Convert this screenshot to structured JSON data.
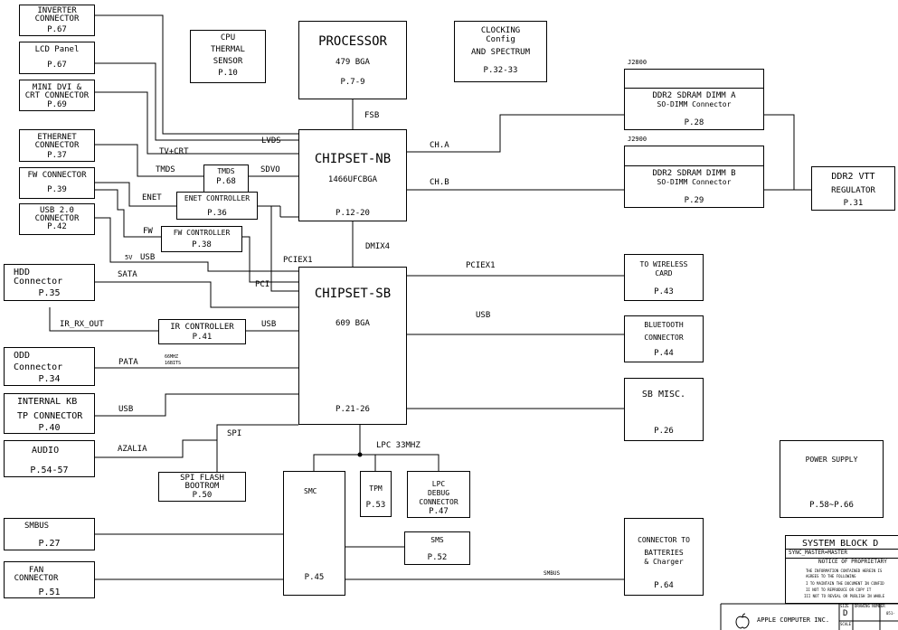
{
  "blocks": {
    "inverter": {
      "name1": "INVERTER",
      "name2": "CONNECTOR",
      "page": "P.67"
    },
    "lcd": {
      "name": "LCD Panel",
      "page": "P.67"
    },
    "minidvi": {
      "name1": "MINI DVI &",
      "name2": "CRT CONNECTOR",
      "page": "P.69"
    },
    "ethernet": {
      "name1": "ETHERNET",
      "name2": "CONNECTOR",
      "page": "P.37"
    },
    "fwconn": {
      "name": "FW CONNECTOR",
      "page": "P.39"
    },
    "usbconn": {
      "name1": "USB 2.0",
      "name2": "CONNECTOR",
      "page": "P.42"
    },
    "hdd": {
      "name1": "HDD",
      "name2": "Connector",
      "page": "P.35"
    },
    "odd": {
      "name1": "ODD",
      "name2": "Connector",
      "page": "P.34"
    },
    "kb": {
      "name1": "INTERNAL KB",
      "name2": "TP CONNECTOR",
      "page": "P.40"
    },
    "audio": {
      "name": "AUDIO",
      "page": "P.54-57"
    },
    "smbus": {
      "name": "SMBUS",
      "page": "P.27"
    },
    "fan": {
      "name1": "FAN",
      "name2": "CONNECTOR",
      "page": "P.51"
    },
    "cpu_thermal": {
      "name1": "CPU",
      "name2": "THERMAL",
      "name3": "SENSOR",
      "page": "P.10"
    },
    "processor": {
      "name": "PROCESSOR",
      "pkg": "479 BGA",
      "page": "P.7-9"
    },
    "clocking": {
      "name1": "CLOCKING",
      "name2": "Config",
      "name3": "AND SPECTRUM",
      "page": "P.32-33"
    },
    "nb": {
      "name": "CHIPSET-NB",
      "pkg": "1466UFCBGA",
      "page": "P.12-20"
    },
    "tmds": {
      "name": "TMDS",
      "page": "P.68"
    },
    "enetctl": {
      "name": "ENET CONTROLLER",
      "page": "P.36"
    },
    "fwctl": {
      "name": "FW CONTROLLER",
      "page": "P.38"
    },
    "sb": {
      "name": "CHIPSET-SB",
      "pkg": "609 BGA",
      "page": "P.21-26"
    },
    "irctl": {
      "name": "IR CONTROLLER",
      "page": "P.41"
    },
    "spiflash": {
      "name1": "SPI FLASH",
      "name2": "BOOTROM",
      "page": "P.50"
    },
    "smc": {
      "name": "SMC",
      "page": "P.45"
    },
    "tpm": {
      "name": "TPM",
      "page": "P.53"
    },
    "lpcdebug": {
      "name1": "LPC",
      "name2": "DEBUG",
      "name3": "CONNECTOR",
      "page": "P.47"
    },
    "sms": {
      "name": "SMS",
      "page": "P.52"
    },
    "dimma": {
      "ref": "J2800",
      "name": "DDR2 SDRAM DIMM A",
      "sub": "SO-DIMM Connector",
      "page": "P.28"
    },
    "dimmb": {
      "ref": "J2900",
      "name": "DDR2 SDRAM DIMM B",
      "sub": "SO-DIMM Connector",
      "page": "P.29"
    },
    "vtt": {
      "name1": "DDR2 VTT",
      "name2": "REGULATOR",
      "page": "P.31"
    },
    "wireless": {
      "name1": "TO WIRELESS",
      "name2": "CARD",
      "page": "P.43"
    },
    "bluetooth": {
      "name1": "BLUETOOTH",
      "name2": "CONNECTOR",
      "page": "P.44"
    },
    "sbmisc": {
      "name": "SB MISC.",
      "page": "P.26"
    },
    "batteries": {
      "name1": "CONNECTOR TO",
      "name2": "BATTERIES",
      "name3": "& Charger",
      "page": "P.64"
    },
    "power": {
      "name": "POWER SUPPLY",
      "page": "P.58~P.66"
    }
  },
  "buses": {
    "fsb": "FSB",
    "dmix4": "DMIX4",
    "cha": "CH.A",
    "chb": "CH.B",
    "lvds": "LVDS",
    "tvcrt": "TV+CRT",
    "tmds": "TMDS",
    "sdvo": "SDVO",
    "enet": "ENET",
    "fw": "FW",
    "fivev": "5V",
    "usb_top": "USB",
    "pciex1_nb": "PCIEX1",
    "pci": "PCI",
    "sata": "SATA",
    "ir_rx": "IR_RX_OUT",
    "usb_ir": "USB",
    "pata": "PATA",
    "clk_note1": "66MHZ",
    "clk_note2": "16BITS",
    "usb_kb": "USB",
    "azalia": "AZALIA",
    "spi": "SPI",
    "lpc": "LPC 33MHZ",
    "pciex1_sb": "PCIEX1",
    "usb_sb": "USB",
    "smbus_line": "SMBUS"
  },
  "titleblock": {
    "title": "SYSTEM BLOCK D",
    "sync": "SYNC_MASTER=MASTER",
    "notice": "NOTICE OF PROPRIETARY",
    "n1": "THE INFORMATION CONTAINED HEREIN IS",
    "n2": "AGREES TO THE FOLLOWING",
    "n3": "I TO MAINTAIN THE DOCUMENT IN CONFID",
    "n4": "II NOT TO REPRODUCE OR COPY IT",
    "n5": "III NOT TO REVEAL OR PUBLISH IN WHOLE",
    "size_label": "SIZE",
    "size": "D",
    "drawing_label": "DRAWING NUMBER",
    "drawing": "051-",
    "scale_label": "SCALE",
    "company": "APPLE COMPUTER INC."
  }
}
